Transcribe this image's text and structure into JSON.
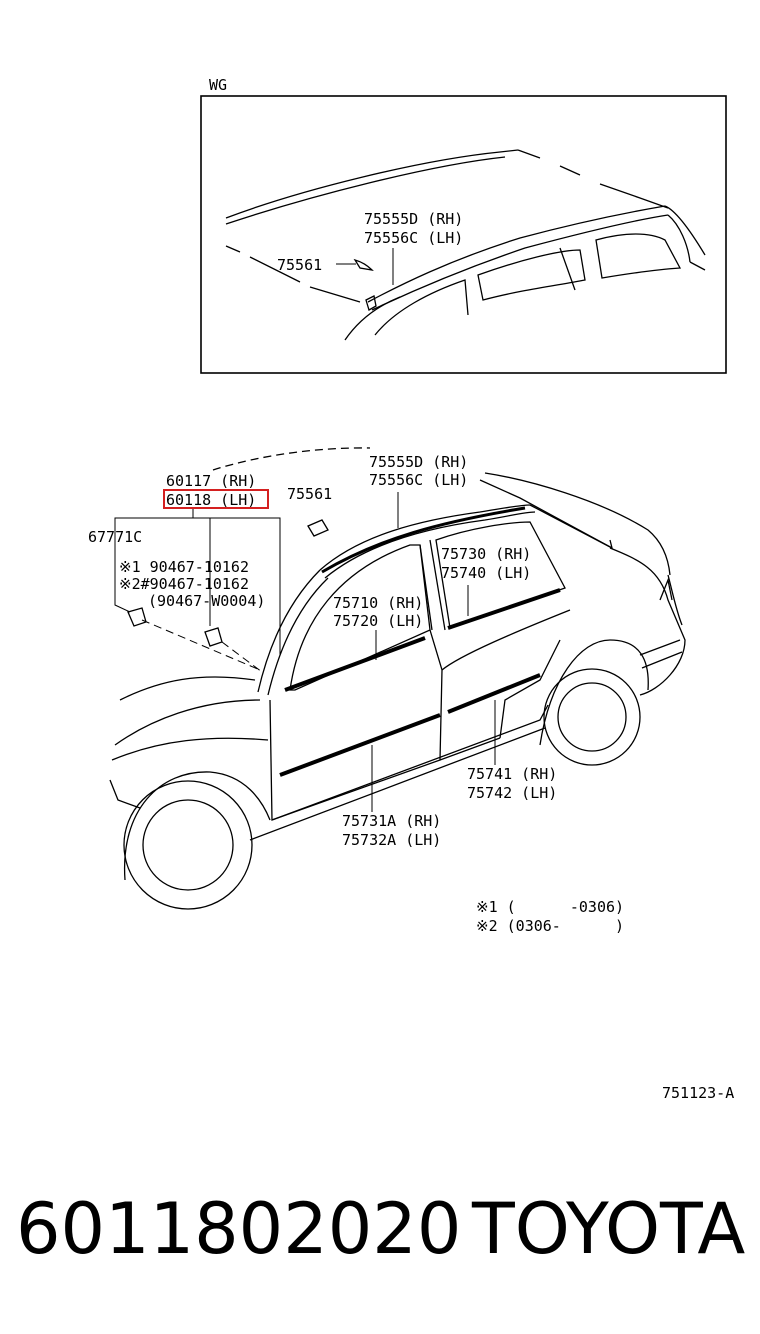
{
  "inset": {
    "tag": "WG",
    "labels": {
      "roof_rh": "75555D (RH)",
      "roof_lh": "75556C (LH)",
      "clip": "75561"
    }
  },
  "main": {
    "labels": {
      "pillar_rh": "60117 (RH)",
      "pillar_lh": "60118 (LH)",
      "clip": "75561",
      "roof_rh": "75555D (RH)",
      "roof_lh": "75556C (LH)",
      "clip2": "67771C",
      "screw1": "※1  90467-10162",
      "screw2": "※2#90467-10162",
      "screw3": "(90467-W0004)",
      "rear_belt_rh": "75730 (RH)",
      "rear_belt_lh": "75740 (LH)",
      "front_belt_rh": "75710 (RH)",
      "front_belt_lh": "75720 (LH)",
      "rear_side_rh": "75741 (RH)",
      "rear_side_lh": "75742 (LH)",
      "front_side_rh": "75731A (RH)",
      "front_side_lh": "75732A (LH)"
    },
    "highlight_color": "#d42020"
  },
  "notes": {
    "n1": "※1 (      -0306)",
    "n2": "※2 (0306-      )"
  },
  "figure_code": "751123-A",
  "footer": {
    "part_number": "6011802020",
    "brand": "TOYOTA"
  }
}
